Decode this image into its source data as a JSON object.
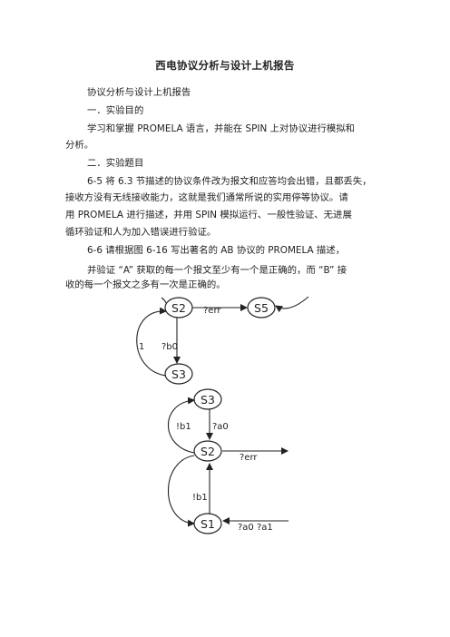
{
  "doc": {
    "title": "西电协议分析与设计上机报告",
    "paragraphs": [
      "协议分析与设计上机报告",
      "一．实验目的",
      "学习和掌握 PROMELA 语言，并能在 SPIN 上对协议进行模拟和",
      "分析。",
      "二．实验题目",
      "6-5 将 6.3 节描述的协议条件改为报文和应答均会出错，且都丢失，",
      "接收方没有无线接收能力，这就是我们通常所说的实用停等协议。请",
      "用 PROMELA 进行描述，并用 SPIN 模拟运行、一般性验证、无进展",
      "循环验证和人为加入错误进行验证。",
      "6-6 请根据图 6-16 写出著名的 AB 协议的 PROMELA 描述，",
      "并验证 “A” 获取的每一个报文至少有一个是正确的，而 “B” 接",
      "收的每一个报文之多有一次是正确的。"
    ]
  },
  "diagram": {
    "top": {
      "states": [
        "S2",
        "S5",
        "S3"
      ],
      "labels": [
        "?err",
        "1",
        "?b0"
      ]
    },
    "bottom": {
      "states": [
        "S3",
        "S2",
        "S1"
      ],
      "labels": [
        "!b1",
        "?a0",
        "?err",
        "!b1",
        "?a0 ?a1"
      ]
    }
  }
}
